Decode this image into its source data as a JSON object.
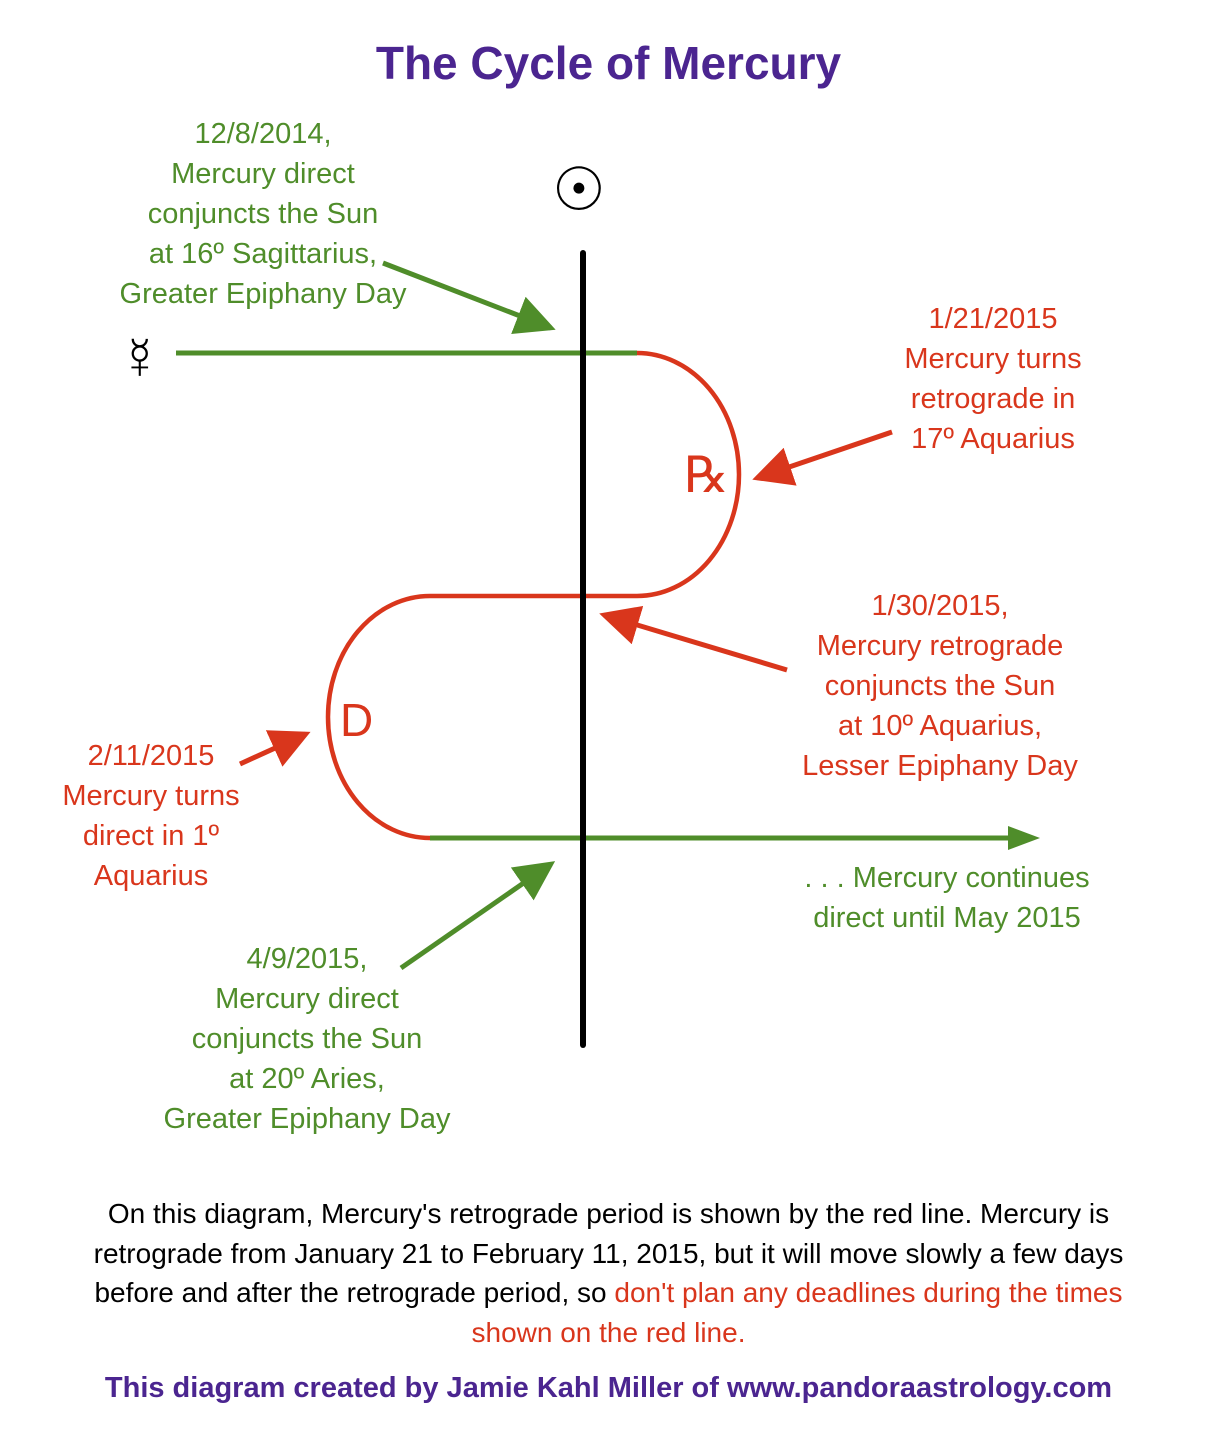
{
  "title": "The Cycle of Mercury",
  "symbols": {
    "sun": {
      "icon": "sun-symbol-icon",
      "glyph": "☉"
    },
    "mercury": {
      "icon": "mercury-symbol-icon",
      "glyph": "☿"
    },
    "retrograde_mark": {
      "icon": "retrograde-symbol-icon",
      "glyph": "℞"
    },
    "direct_mark": {
      "glyph": "D"
    }
  },
  "annotations": {
    "conj_dec_2014": [
      "12/8/2014,",
      "Mercury direct",
      "conjuncts the Sun",
      "at 16º Sagittarius,",
      "Greater Epiphany Day"
    ],
    "retro_station": [
      "1/21/2015",
      "Mercury turns",
      "retrograde in",
      "17º Aquarius"
    ],
    "conj_jan_2015": [
      "1/30/2015,",
      "Mercury retrograde",
      "conjuncts the Sun",
      "at 10º Aquarius,",
      "Lesser Epiphany Day"
    ],
    "direct_station": [
      "2/11/2015",
      "Mercury turns",
      "direct in 1º",
      "Aquarius"
    ],
    "conj_apr_2015": [
      "4/9/2015,",
      "Mercury direct",
      "conjuncts the Sun",
      "at 20º Aries,",
      "Greater Epiphany Day"
    ],
    "continues": [
      ". . . Mercury continues",
      "direct until May 2015"
    ]
  },
  "description": {
    "text": "On this diagram, Mercury's retrograde period is shown by the red line. Mercury is retrograde from January 21 to February 11, 2015, but it will move slowly a few days before and after the retrograde period, so ",
    "warning": "don't plan any deadlines during the times shown on the red line."
  },
  "credit": "This diagram created by Jamie Kahl Miller of www.pandoraastrology.com",
  "colors": {
    "direct": "#4f8d2a",
    "retrograde": "#d9361c",
    "title": "#4b2590",
    "sun_line": "#000000"
  }
}
